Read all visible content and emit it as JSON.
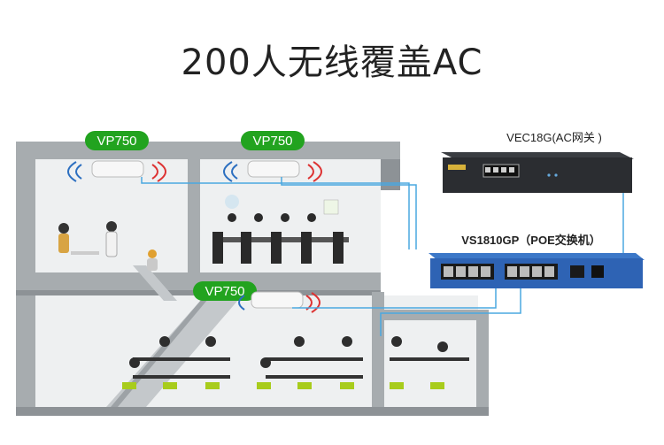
{
  "title": "200人无线覆盖AC",
  "ap_labels": [
    "VP750",
    "VP750",
    "VP750"
  ],
  "ac_device": {
    "label": "VEC18G(AC网关 )"
  },
  "poe_switch": {
    "label": "VS1810GP（POE交换机）"
  },
  "colors": {
    "ap_badge": "#22a31f",
    "building_wall": "#a7acaf",
    "building_dark": "#8d9296",
    "room_fill": "#eef0f1",
    "cable": "#4aa8e0",
    "switch_blue": "#2e63b4",
    "ac_body": "#2b2d31",
    "chair_green": "#a8cc1c"
  }
}
